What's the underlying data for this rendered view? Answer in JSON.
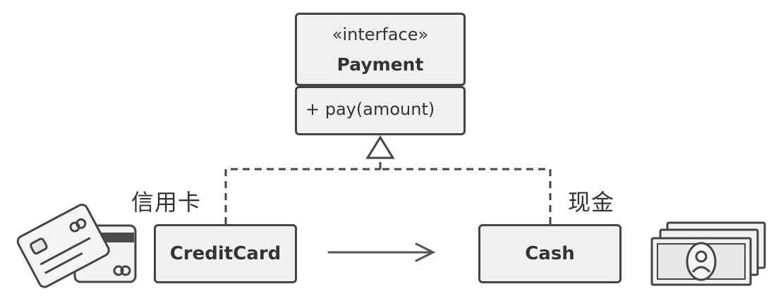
{
  "interface": {
    "stereotype": "«interface»",
    "name": "Payment",
    "method": "+ pay(amount)"
  },
  "classes": {
    "credit_card": {
      "name": "CreditCard",
      "label_cn": "信用卡"
    },
    "cash": {
      "name": "Cash",
      "label_cn": "现金"
    }
  },
  "icons": [
    "credit-cards-icon",
    "banknotes-icon"
  ],
  "colors": {
    "stroke": "#444444",
    "box_fill": "#f0f0f0",
    "text": "#333333"
  }
}
